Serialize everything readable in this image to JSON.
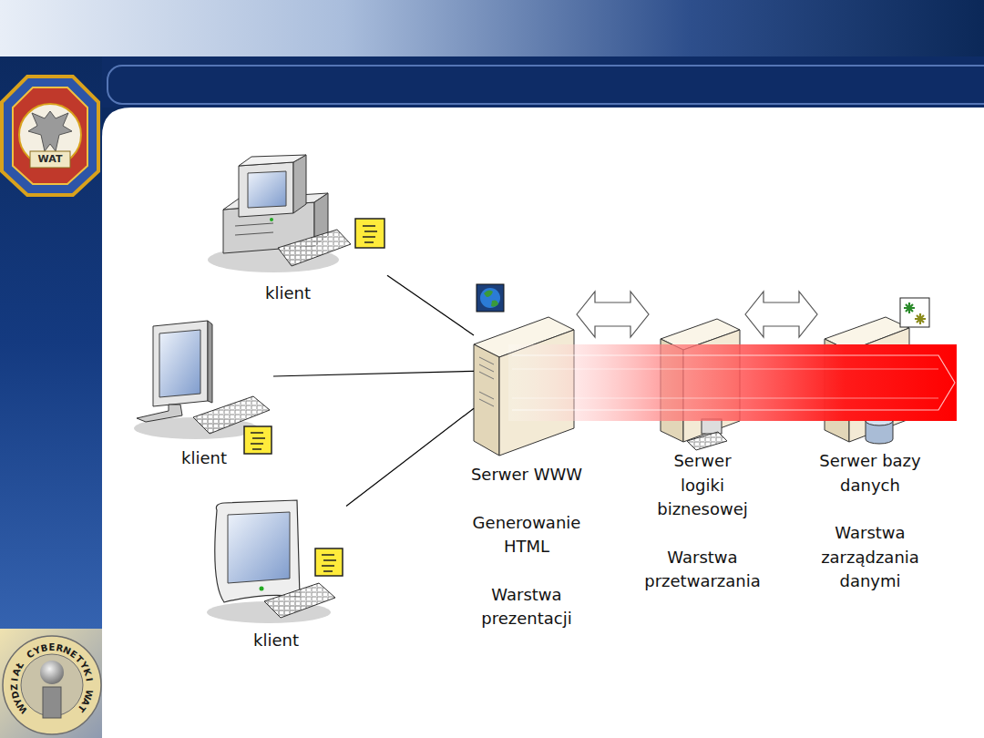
{
  "diagram": {
    "nodes": [
      {
        "text": [
          "klient"
        ]
      },
      {
        "text": [
          "klient"
        ]
      },
      {
        "text": [
          "klient"
        ]
      },
      {
        "text": [
          "Serwer WWW",
          "Generowanie HTML",
          "Warstwa prezentacji"
        ]
      },
      {
        "text": [
          "Serwer logiki biznesowej",
          "Warstwa przetwarzania"
        ]
      },
      {
        "text": [
          "Serwer bazy danych",
          "Warstwa zarządzania danymi"
        ]
      }
    ],
    "edges": [
      {
        "from": 0,
        "to": 3,
        "arrow": "none"
      },
      {
        "from": 1,
        "to": 3,
        "arrow": "none"
      },
      {
        "from": 2,
        "to": 3,
        "arrow": "none"
      },
      {
        "from": 3,
        "to": 4,
        "arrow": "both"
      },
      {
        "from": 4,
        "to": 5,
        "arrow": "both"
      }
    ],
    "labels": [
      "WAT",
      "WYDZIAŁ CYBERNETYKI WAT"
    ]
  }
}
